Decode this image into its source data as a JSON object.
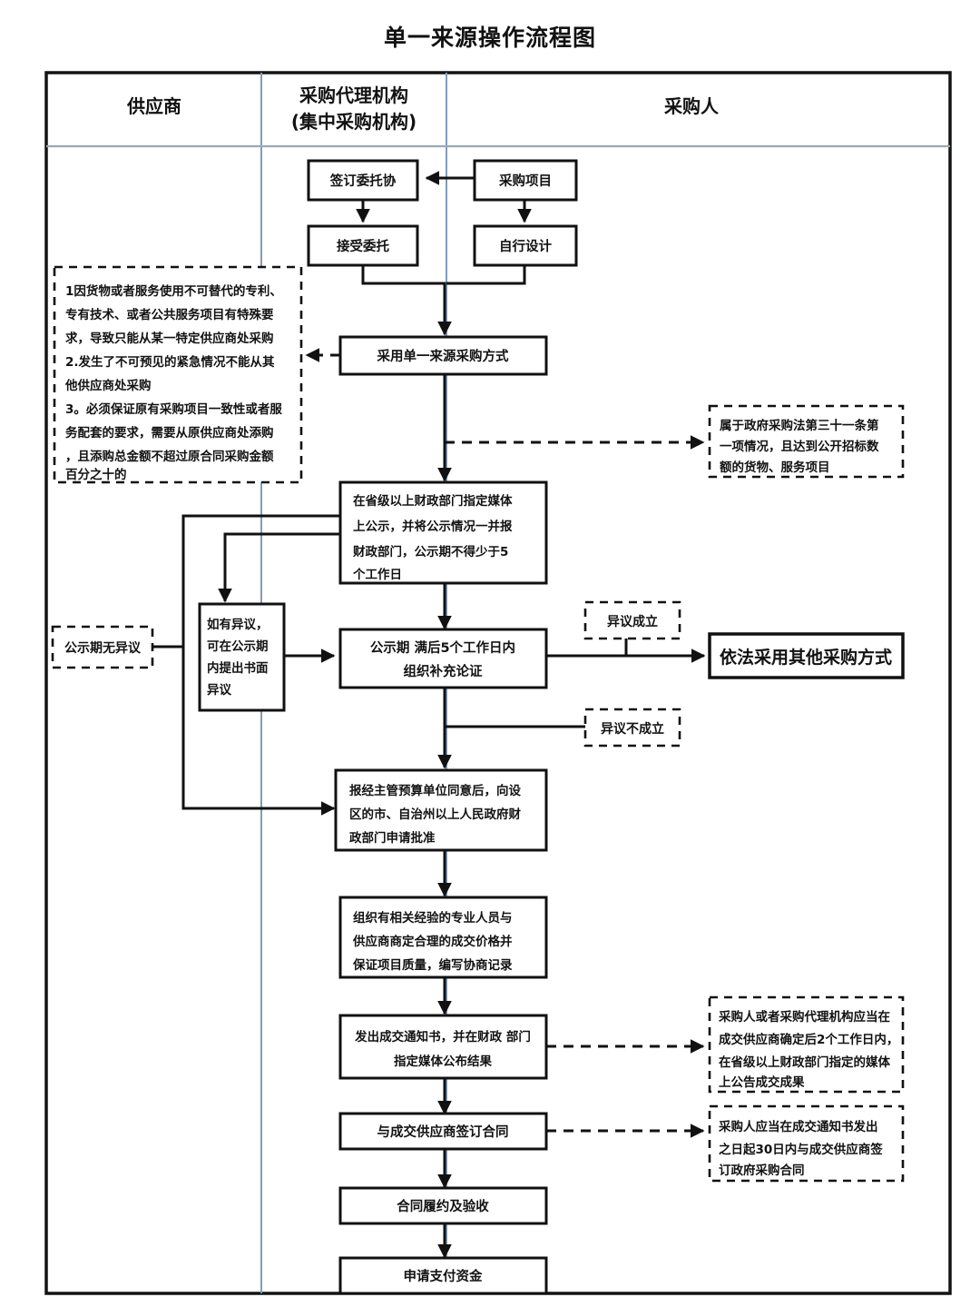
{
  "title": "单一来源操作流程图",
  "lanes": [
    {
      "id": "supplier",
      "label": "供应商"
    },
    {
      "id": "agency",
      "label_line1": "采购代理机构",
      "label_line2": "(集中采购机构)"
    },
    {
      "id": "purchaser",
      "label": "采购人"
    }
  ],
  "nodes": {
    "sign_entrust": {
      "label": "签订委托协",
      "lane": "agency",
      "shape": "rect"
    },
    "procure_project": {
      "label": "采购项目",
      "lane": "purchaser",
      "shape": "rect"
    },
    "accept_entrust": {
      "label": "接受委托",
      "lane": "agency",
      "shape": "rect"
    },
    "self_design": {
      "label": "自行设计",
      "lane": "purchaser",
      "shape": "rect"
    },
    "adopt_single_source": {
      "label": "采用单一来源采购方式",
      "lane": "agency",
      "shape": "rect"
    },
    "publicity": {
      "lines": [
        "在省级以上财政部门指定媒体",
        "上公示，并将公示情况一并报",
        "财政部门，公示期不得少于5",
        "个工作日"
      ],
      "lane": "agency",
      "shape": "rect"
    },
    "written_objection": {
      "lines": [
        "如有异议，",
        "可在公示期",
        "内提出书面",
        "异议"
      ],
      "lane": "supplier",
      "shape": "rect"
    },
    "supplementary_argument": {
      "lines": [
        "公示期 满后5个工作日内",
        "组织补充论证"
      ],
      "lane": "agency",
      "shape": "rect"
    },
    "other_method": {
      "label": "依法采用其他采购方式",
      "lane": "purchaser",
      "shape": "rect-bold"
    },
    "apply_approval": {
      "lines": [
        "报经主管预算单位同意后，向设",
        "区的市、自治州以上人民政府财",
        "政部门申请批准"
      ],
      "lane": "agency",
      "shape": "rect"
    },
    "negotiate_price": {
      "lines": [
        "组织有相关经验的专业人员与",
        "供应商商定合理的成交价格并",
        "保证项目质量，编写协商记录"
      ],
      "lane": "agency",
      "shape": "rect"
    },
    "issue_notice": {
      "lines": [
        "发出成交通知书，并在财政 部门",
        "指定媒体公布结果"
      ],
      "lane": "agency",
      "shape": "rect"
    },
    "sign_contract": {
      "label": "与成交供应商签订合同",
      "lane": "agency",
      "shape": "rect"
    },
    "contract_performance": {
      "label": "合同履约及验收",
      "lane": "agency",
      "shape": "rect"
    },
    "apply_payment": {
      "label": "申请支付资金",
      "lane": "agency",
      "shape": "rect"
    }
  },
  "notes": {
    "conditions": {
      "lines": [
        "1因货物或者服务使用不可替代的专利、",
        "专有技术、或者公共服务项目有特殊要",
        "求，导致只能从某一特定供应商处采购",
        "2.发生了不可预见的紧急情况不能从其",
        "他供应商处采购",
        "3。必须保证原有采购项目一致性或者服",
        "务配套的要求，需要从原供应商处添购",
        "，且添购总金额不超过原合同采购金额",
        "百分之十的"
      ]
    },
    "law_article": {
      "lines": [
        "属于政府采购法第三十一条第",
        "一项情况，且达到公开招标数",
        "额的货物、服务项目"
      ]
    },
    "announce_result": {
      "lines": [
        "采购人或者采购代理机构应当在",
        "成交供应商确定后2个工作日内，",
        "在省级以上财政部门指定的媒体",
        "上公告成交成果"
      ]
    },
    "contract_30days": {
      "lines": [
        "采购人应当在成交通知书发出",
        "之日起30日内与成交供应商签",
        "订政府采购合同"
      ]
    },
    "no_objection": {
      "label": "公示期无异议"
    },
    "objection_valid": {
      "label": "异议成立"
    },
    "objection_invalid": {
      "label": "异议不成立"
    }
  },
  "colors": {
    "stroke": "#111111",
    "lane_divider": "#7f9db9",
    "frame": "#141414",
    "background": "#ffffff"
  }
}
